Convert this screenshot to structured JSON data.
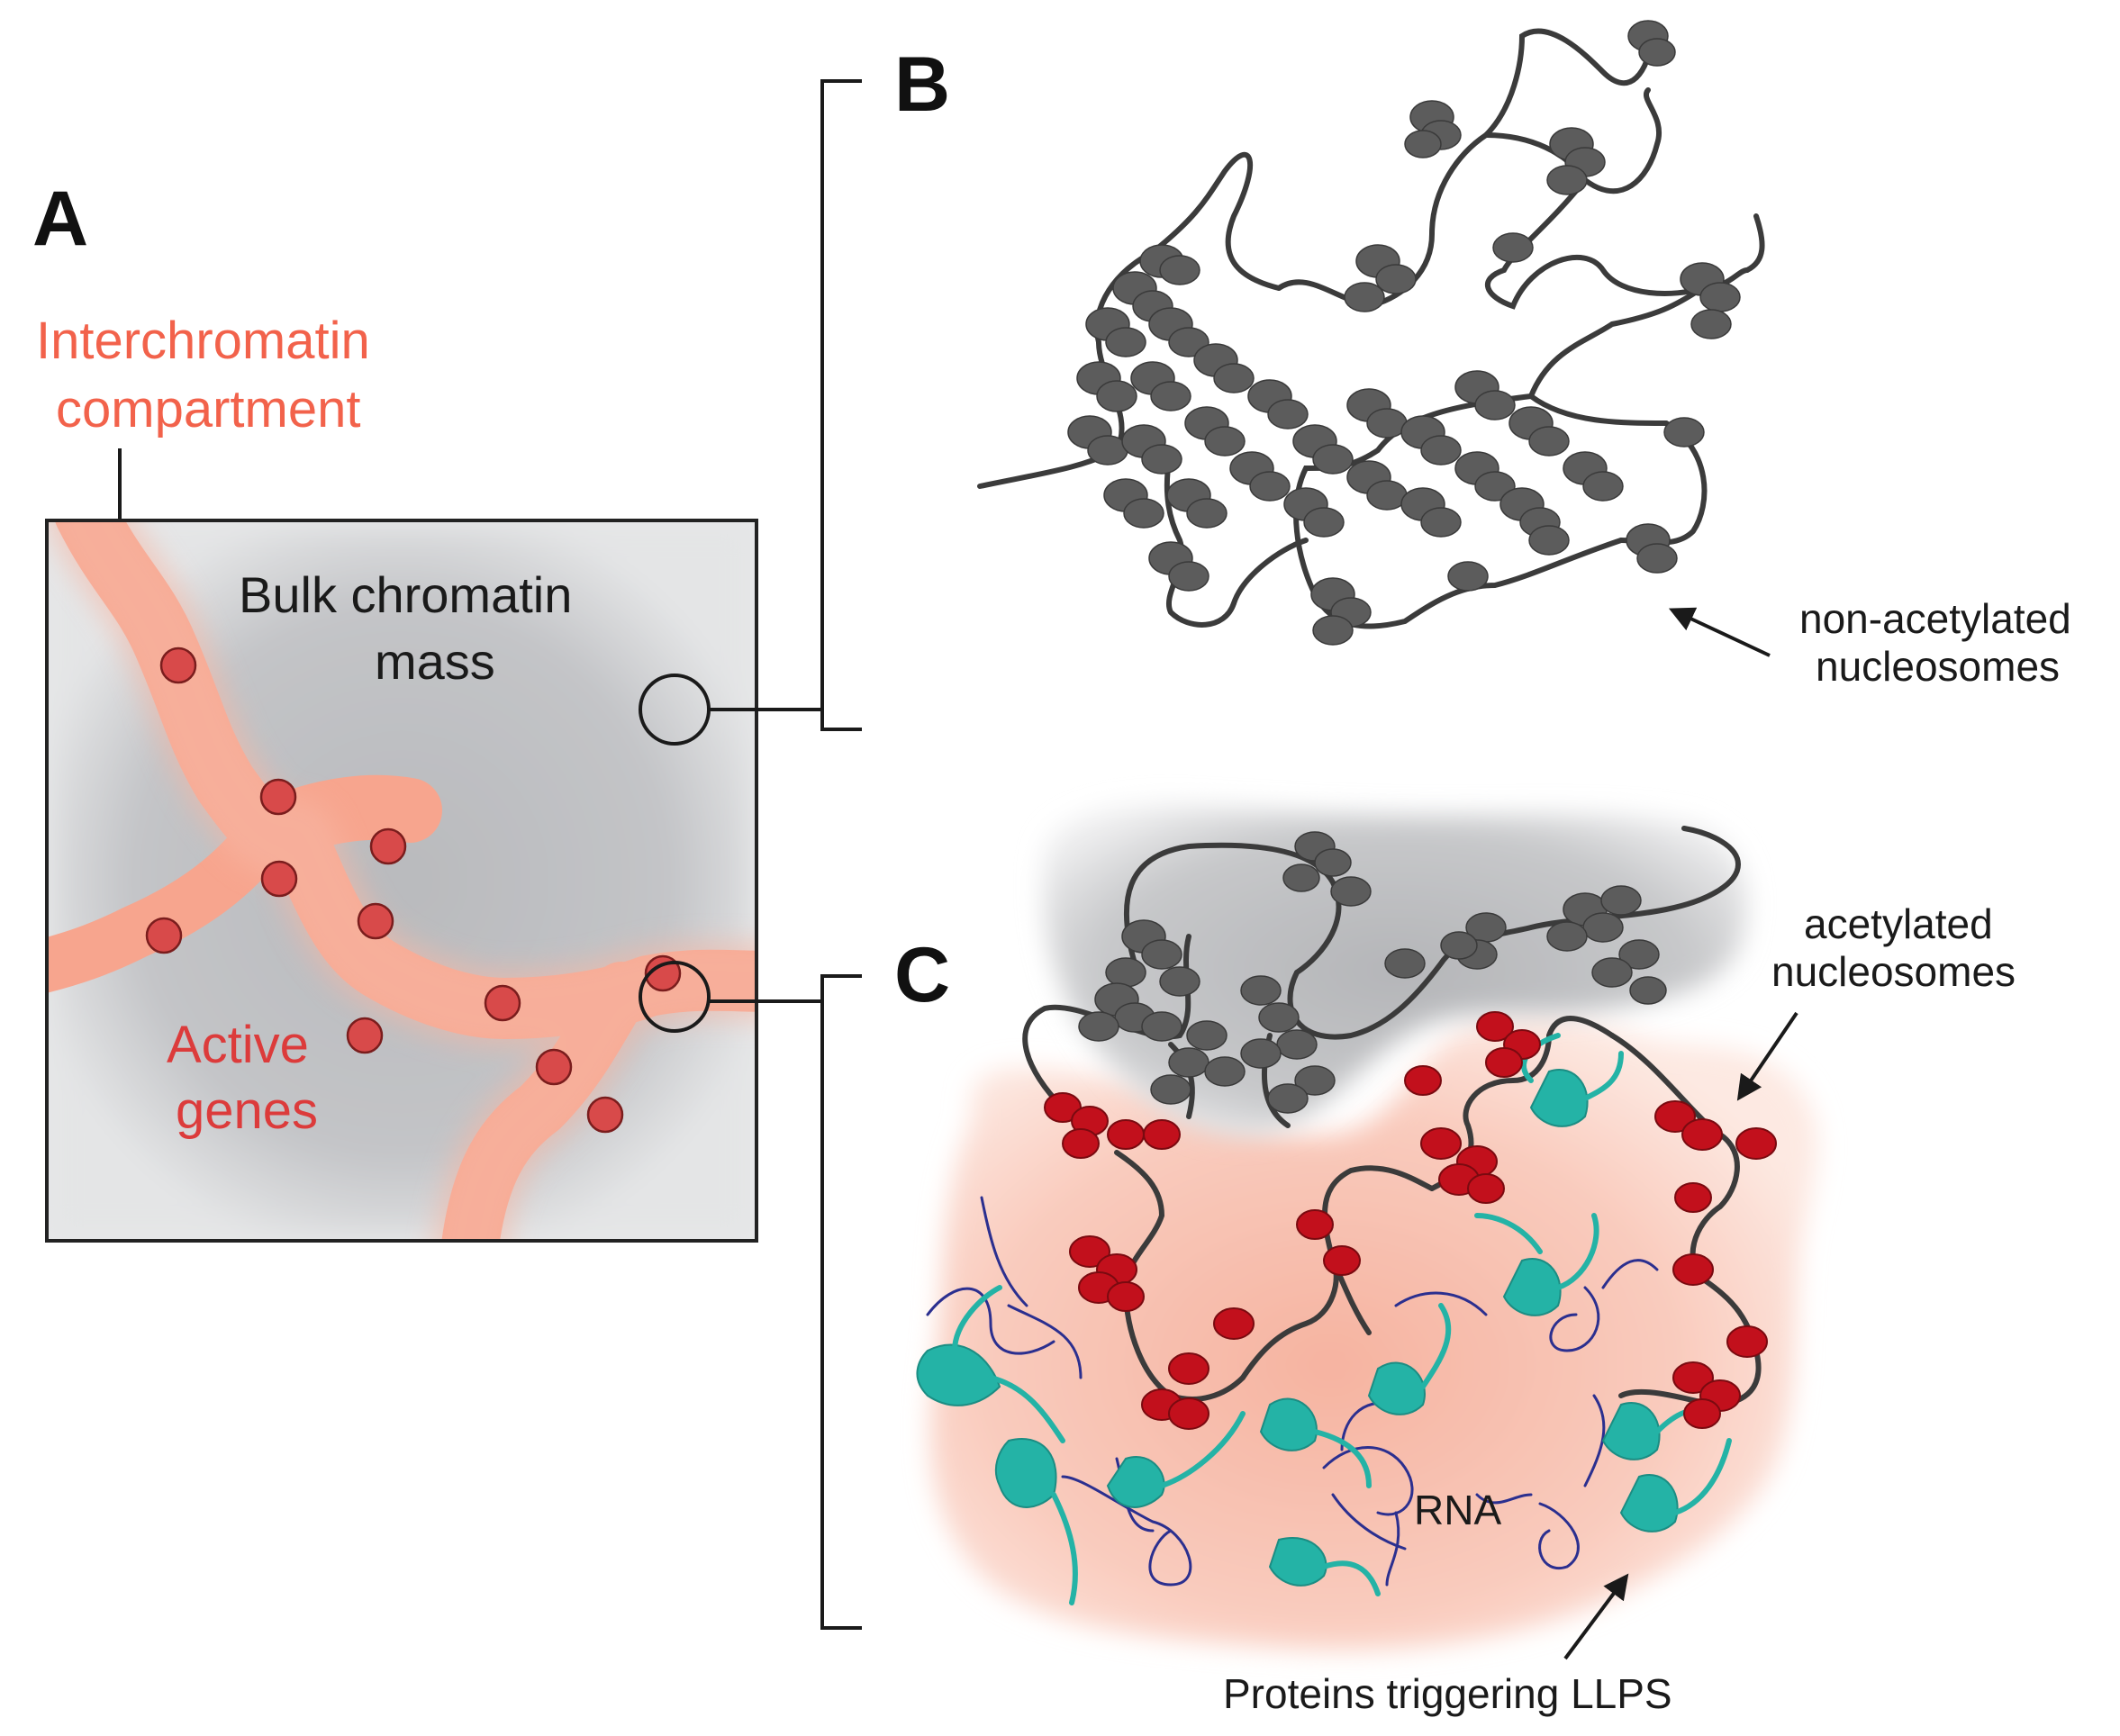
{
  "panels": {
    "a": {
      "letter": "A",
      "interchromatin_label_line1": "Interchromatin",
      "interchromatin_label_line2": "compartment",
      "bulk_label_line1": "Bulk chromatin",
      "bulk_label_line2": "mass",
      "active_label_line1": "Active",
      "active_label_line2": "genes"
    },
    "b": {
      "letter": "B",
      "nucleosome_label_line1": "non-acetylated",
      "nucleosome_label_line2": "nucleosomes"
    },
    "c": {
      "letter": "C",
      "acetylated_label_line1": "acetylated",
      "acetylated_label_line2": "nucleosomes",
      "rna_label": "RNA",
      "llps_label": "Proteins triggering LLPS"
    }
  },
  "colors": {
    "chromatin_gray": "#bfc0c3",
    "interchromatin_salmon": "#f7a58e",
    "interchromatin_text": "#f2624b",
    "active_gene_red": "#d84a4a",
    "active_text": "#dc3b3b",
    "nucleosome_gray": "#5c5c5c",
    "acetylated_red": "#c2101c",
    "llps_teal": "#24b3a6",
    "rna_blue": "#2b2f8f",
    "condensate_pink": "#f9c3b3"
  }
}
